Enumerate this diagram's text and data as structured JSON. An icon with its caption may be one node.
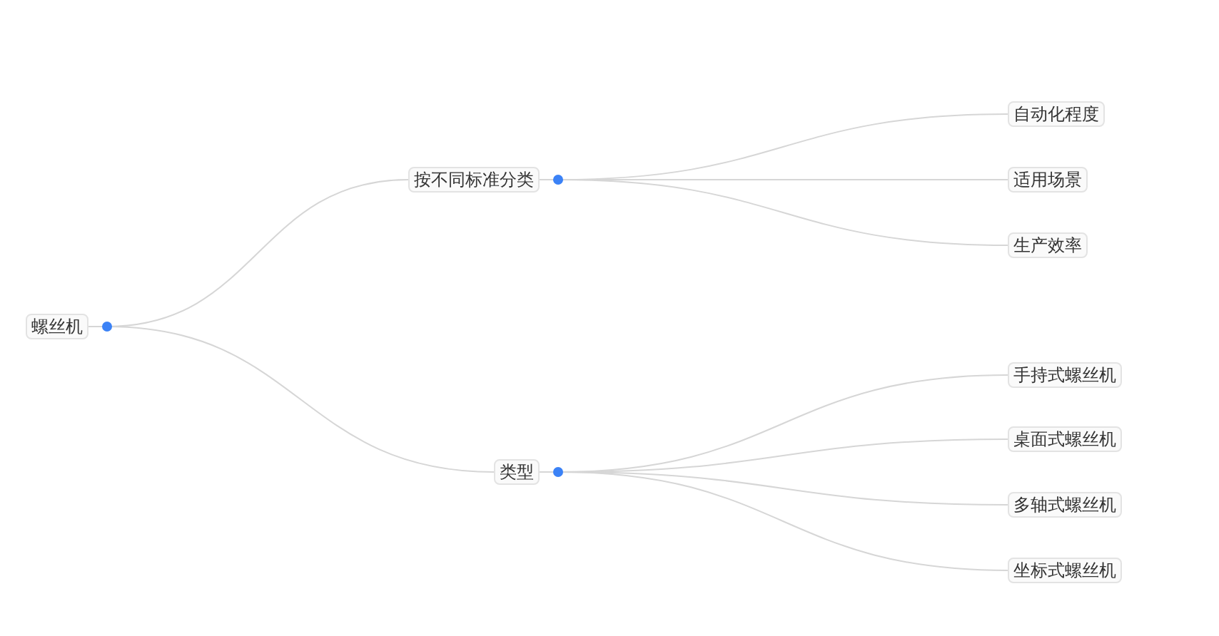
{
  "diagram": {
    "nodes": [
      {
        "text": [
          "螺丝机"
        ]
      },
      {
        "text": [
          "按不同标准分类"
        ]
      },
      {
        "text": [
          "类型"
        ]
      },
      {
        "text": [
          "自动化程度"
        ]
      },
      {
        "text": [
          "适用场景"
        ]
      },
      {
        "text": [
          "生产效率"
        ]
      },
      {
        "text": [
          "手持式螺丝机"
        ]
      },
      {
        "text": [
          "桌面式螺丝机"
        ]
      },
      {
        "text": [
          "多轴式螺丝机"
        ]
      },
      {
        "text": [
          "坐标式螺丝机"
        ]
      }
    ],
    "edges": [
      {
        "from": 0,
        "to": 1,
        "arrow": "none"
      },
      {
        "from": 0,
        "to": 2,
        "arrow": "none"
      },
      {
        "from": 1,
        "to": 3,
        "arrow": "none"
      },
      {
        "from": 1,
        "to": 4,
        "arrow": "none"
      },
      {
        "from": 1,
        "to": 5,
        "arrow": "none"
      },
      {
        "from": 2,
        "to": 6,
        "arrow": "none"
      },
      {
        "from": 2,
        "to": 7,
        "arrow": "none"
      },
      {
        "from": 2,
        "to": 8,
        "arrow": "none"
      },
      {
        "from": 2,
        "to": 9,
        "arrow": "none"
      }
    ]
  }
}
